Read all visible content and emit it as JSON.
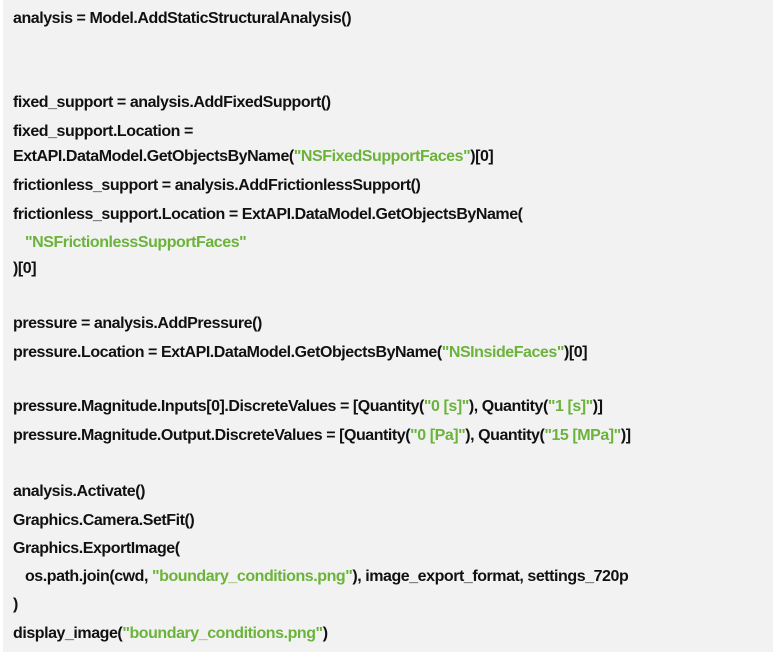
{
  "colors": {
    "background": "#f2f2f2",
    "code_text": "#111111",
    "string_literal": "#6bb33a"
  },
  "lines": [
    {
      "segments": [
        {
          "t": "analysis = Model.AddStaticStructuralAnalysis()",
          "s": false
        }
      ]
    },
    {
      "segments": [
        {
          "t": "fixed_support = analysis.AddFixedSupport()",
          "s": false
        }
      ]
    },
    {
      "segments": [
        {
          "t": "fixed_support.Location =",
          "s": false
        }
      ]
    },
    {
      "segments": [
        {
          "t": "ExtAPI.DataModel.GetObjectsByName(",
          "s": false
        },
        {
          "t": "\"NSFixedSupportFaces\"",
          "s": true
        },
        {
          "t": ")[0]",
          "s": false
        }
      ]
    },
    {
      "segments": [
        {
          "t": "frictionless_support = analysis.AddFrictionlessSupport()",
          "s": false
        }
      ]
    },
    {
      "segments": [
        {
          "t": "frictionless_support.Location = ExtAPI.DataModel.GetObjectsByName(",
          "s": false
        }
      ]
    },
    {
      "segments": [
        {
          "t": "   ",
          "s": false
        },
        {
          "t": "\"NSFrictionlessSupportFaces\"",
          "s": true
        }
      ]
    },
    {
      "segments": [
        {
          "t": ")[0]",
          "s": false
        }
      ]
    },
    {
      "segments": [
        {
          "t": "pressure = analysis.AddPressure()",
          "s": false
        }
      ]
    },
    {
      "segments": [
        {
          "t": "pressure.Location = ExtAPI.DataModel.GetObjectsByName(",
          "s": false
        },
        {
          "t": "\"NSInsideFaces\"",
          "s": true
        },
        {
          "t": ")[0]",
          "s": false
        }
      ]
    },
    {
      "segments": [
        {
          "t": "pressure.Magnitude.Inputs[0].DiscreteValues = [Quantity(",
          "s": false
        },
        {
          "t": "\"0 [s]\"",
          "s": true
        },
        {
          "t": "), Quantity(",
          "s": false
        },
        {
          "t": "\"1 [s]\"",
          "s": true
        },
        {
          "t": ")]",
          "s": false
        }
      ]
    },
    {
      "segments": [
        {
          "t": "pressure.Magnitude.Output.DiscreteValues = [Quantity(",
          "s": false
        },
        {
          "t": "\"0 [Pa]\"",
          "s": true
        },
        {
          "t": "), Quantity(",
          "s": false
        },
        {
          "t": "\"15 [MPa]\"",
          "s": true
        },
        {
          "t": ")]",
          "s": false
        }
      ]
    },
    {
      "segments": [
        {
          "t": "analysis.Activate()",
          "s": false
        }
      ]
    },
    {
      "segments": [
        {
          "t": "Graphics.Camera.SetFit()",
          "s": false
        }
      ]
    },
    {
      "segments": [
        {
          "t": "Graphics.ExportImage(",
          "s": false
        }
      ]
    },
    {
      "segments": [
        {
          "t": "   os.path.join(cwd, ",
          "s": false
        },
        {
          "t": "\"boundary_conditions.png\"",
          "s": true
        },
        {
          "t": "), image_export_format, settings_720p",
          "s": false
        }
      ]
    },
    {
      "segments": [
        {
          "t": ")",
          "s": false
        }
      ]
    },
    {
      "segments": [
        {
          "t": "display_image(",
          "s": false
        },
        {
          "t": "\"boundary_conditions.png\"",
          "s": true
        },
        {
          "t": ")",
          "s": false
        }
      ]
    }
  ]
}
